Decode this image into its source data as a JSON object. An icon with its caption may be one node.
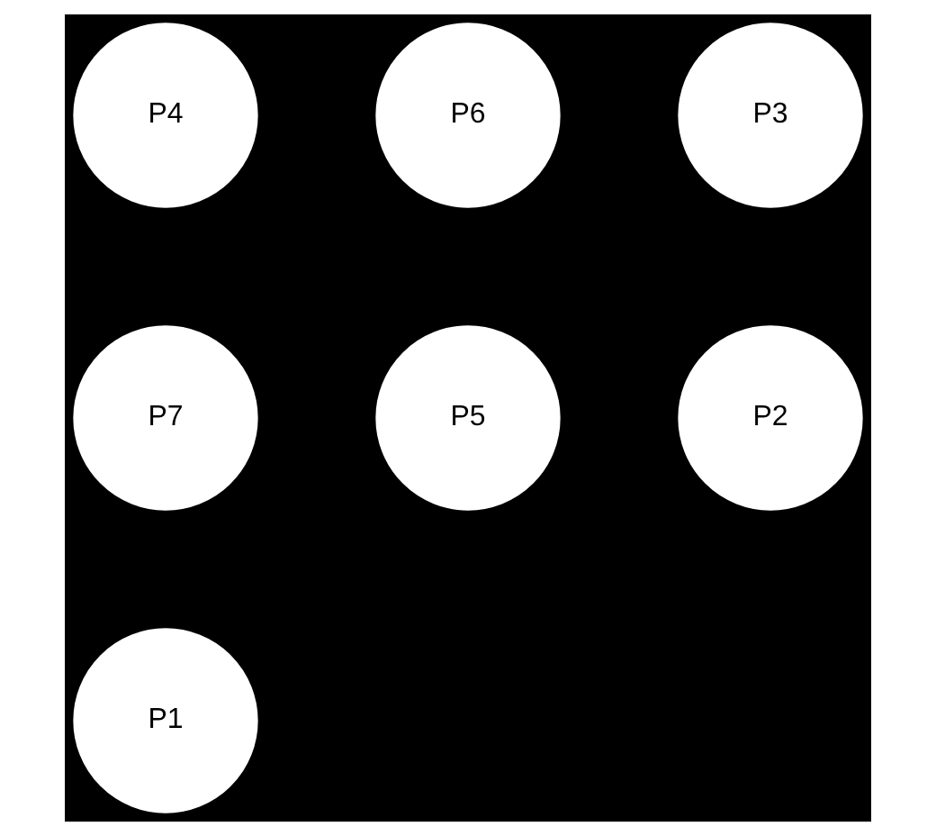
{
  "diagram": {
    "nodes": [
      {
        "text": [
          "P4"
        ]
      },
      {
        "text": [
          "P6"
        ]
      },
      {
        "text": [
          "P3"
        ]
      },
      {
        "text": [
          "P7"
        ]
      },
      {
        "text": [
          "P5"
        ]
      },
      {
        "text": [
          "P2"
        ]
      },
      {
        "text": [
          "P1"
        ]
      }
    ],
    "edges": []
  }
}
